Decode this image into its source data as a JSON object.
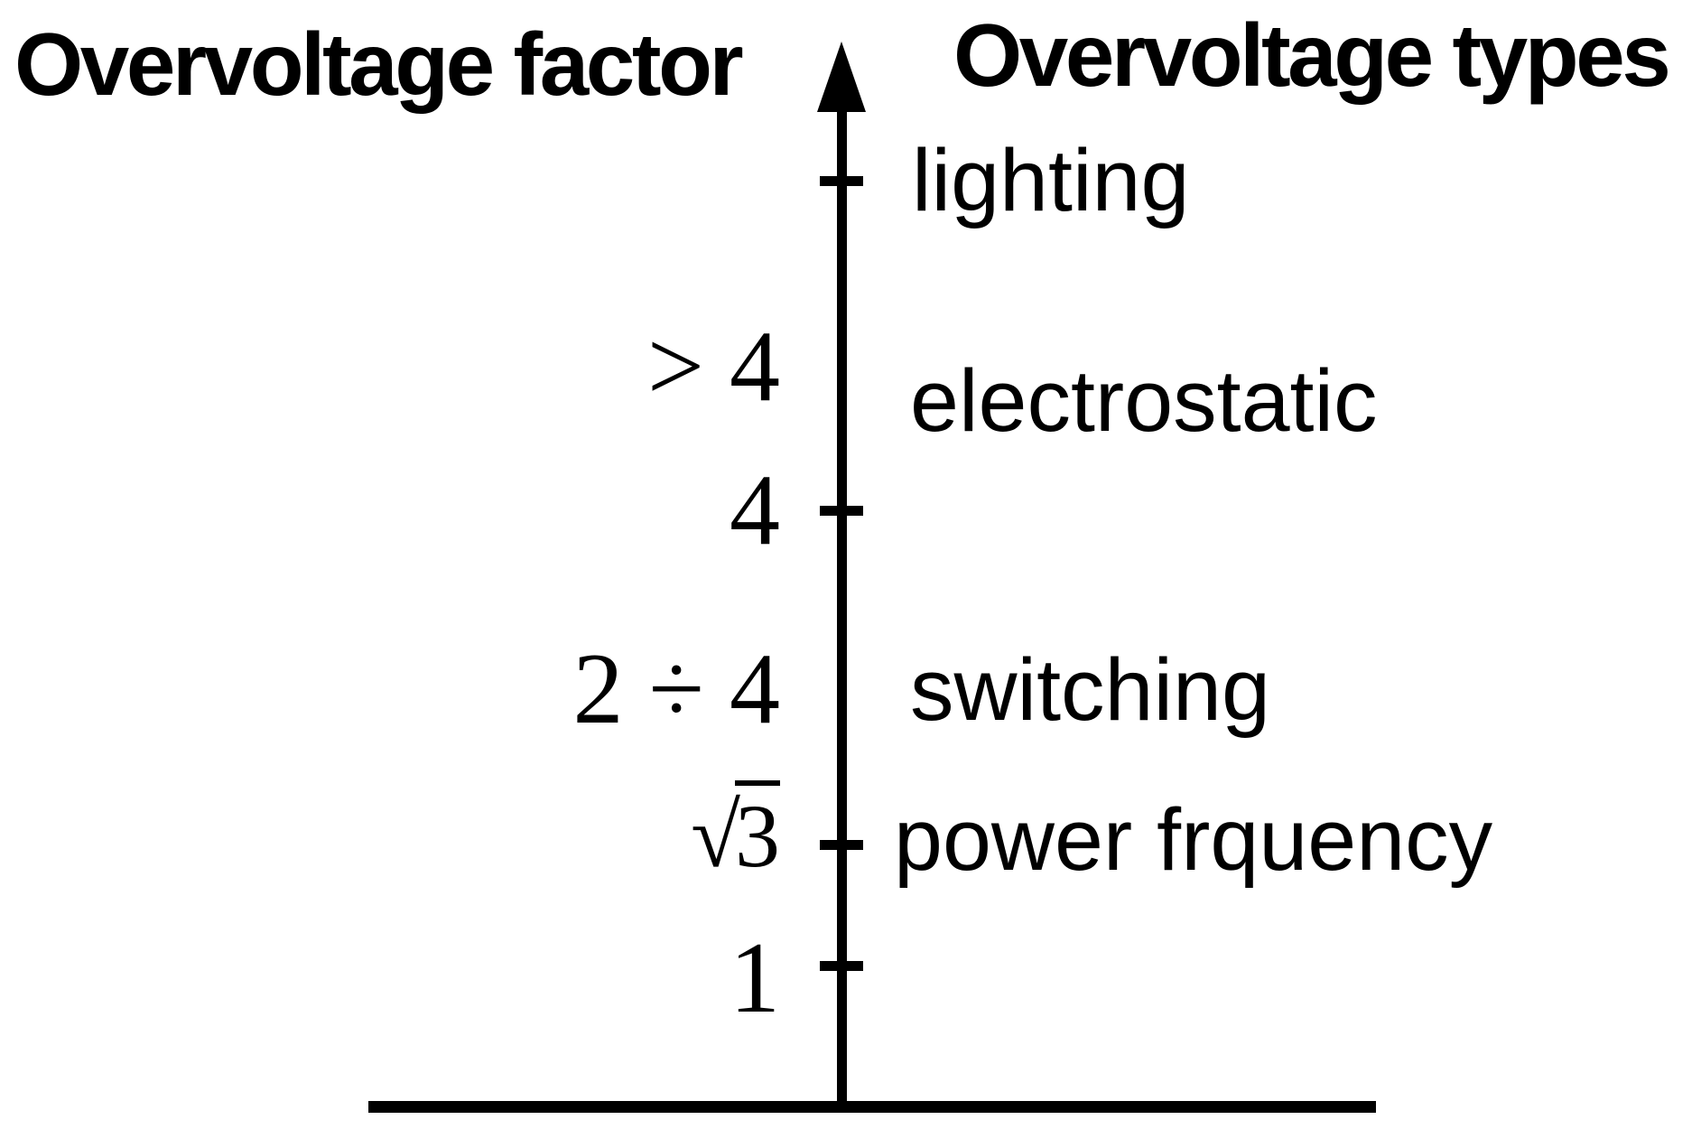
{
  "colors": {
    "ink": "#000000",
    "background": "#ffffff"
  },
  "titles": {
    "left": "Overvoltage factor",
    "right": "Overvoltage types"
  },
  "factor_labels": [
    {
      "id": "gt4",
      "text": "> 4"
    },
    {
      "id": "4",
      "text": "4"
    },
    {
      "id": "2to4",
      "text": "2 ÷ 4"
    },
    {
      "id": "sqrt3",
      "radical": "√",
      "radicand": "3"
    },
    {
      "id": "1",
      "text": "1"
    }
  ],
  "type_labels": [
    {
      "id": "lighting",
      "text": "lighting"
    },
    {
      "id": "electrostatic",
      "text": "electrostatic"
    },
    {
      "id": "switching",
      "text": "switching"
    },
    {
      "id": "power",
      "text": "power frquency"
    }
  ],
  "icons": {
    "axis_arrow": "up-arrow"
  }
}
